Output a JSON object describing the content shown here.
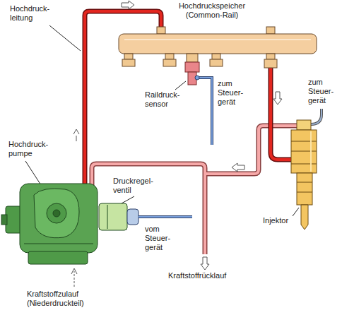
{
  "diagram": {
    "labels": [
      "Hochdruckspeicher (Common-Rail)",
      "Hochdruck- leitung",
      "Raildruck- sensor",
      "zum Steuer- gerät",
      "zum Steuer- gerät",
      "Hochdruck- pumpe",
      "Druckregel- ventil",
      "vom Steuer- gerät",
      "Injektor",
      "Kraftstoffrücklauf",
      "Kraftstoffzulauf (Niederdruckteil)"
    ]
  }
}
